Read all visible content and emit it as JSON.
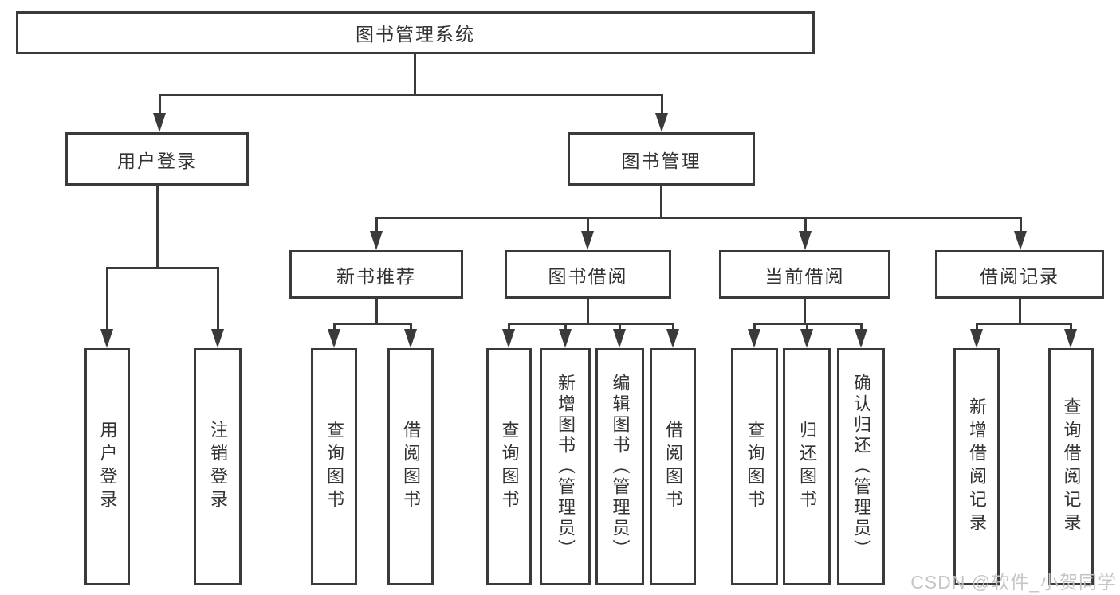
{
  "diagram": {
    "root": "图书管理系统",
    "level2": {
      "user_login": "用户登录",
      "book_mgmt": "图书管理"
    },
    "level3": {
      "new_books": "新书推荐",
      "book_borrow": "图书借阅",
      "current_borrow": "当前借阅",
      "borrow_records": "借阅记录"
    },
    "leaves": {
      "user_login": "用户登录",
      "logout": "注销登录",
      "nb_query": "查询图书",
      "nb_borrow": "借阅图书",
      "bb_query": "查询图书",
      "bb_add": "新增图书（管理员）",
      "bb_edit": "编辑图书（管理员）",
      "bb_borrow": "借阅图书",
      "cb_query": "查询图书",
      "cb_return": "归还图书",
      "cb_confirm": "确认归还（管理员）",
      "br_add": "新增借阅记录",
      "br_query": "查询借阅记录"
    },
    "watermark": "CSDN @软件_小贺同学",
    "colors": {
      "line": "#3a3a3a",
      "text": "#333333",
      "watermark": "#c3c3c3"
    }
  }
}
